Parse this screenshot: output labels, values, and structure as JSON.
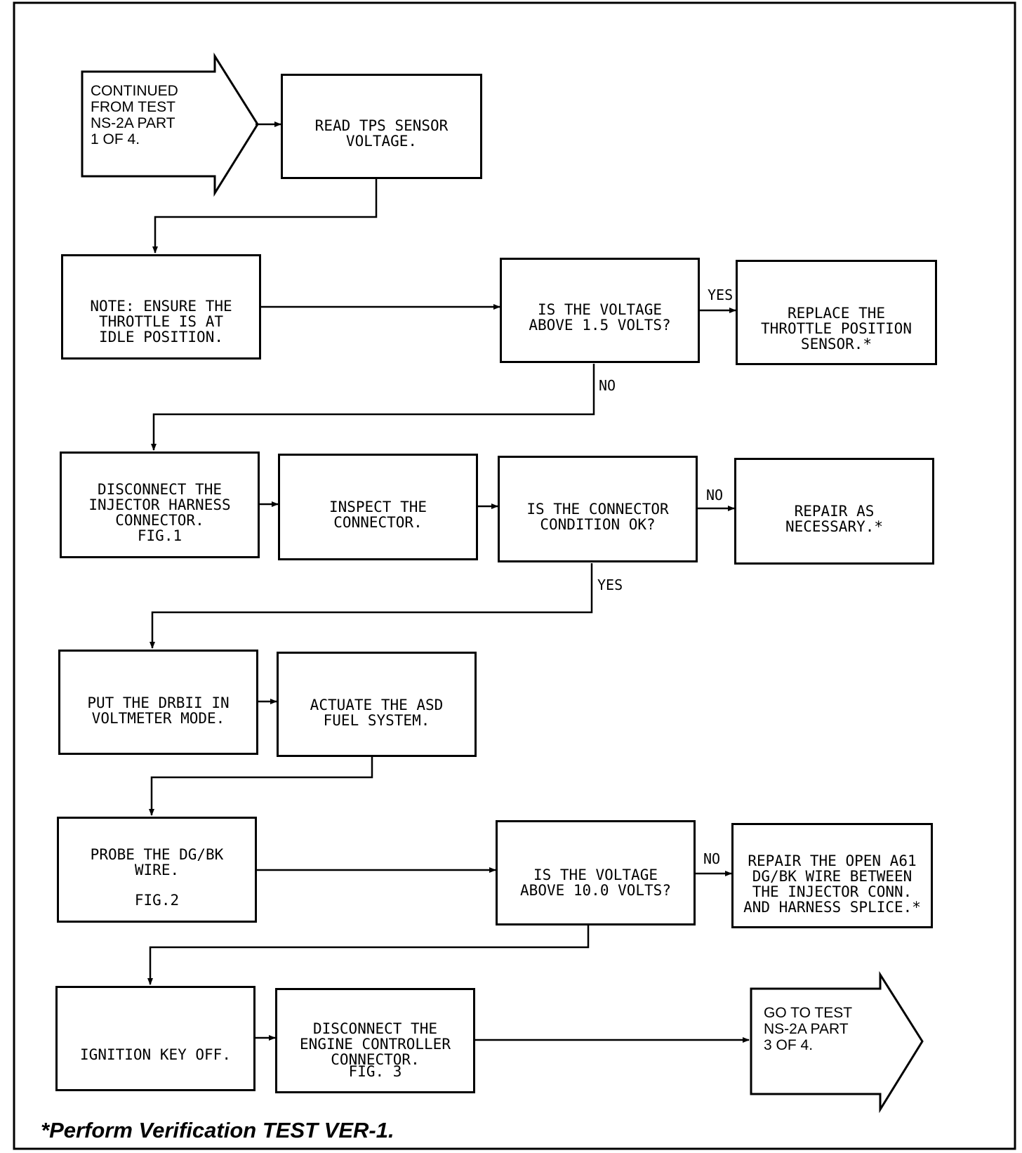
{
  "start_arrow": {
    "text": "CONTINUED\nFROM TEST\nNS-2A PART\n1 OF 4."
  },
  "end_arrow": {
    "text": "GO TO TEST\nNS-2A PART\n3 OF 4."
  },
  "steps": {
    "read_tps": "READ TPS SENSOR\nVOLTAGE.",
    "note_throttle": "NOTE: ENSURE THE\nTHROTTLE IS AT\nIDLE POSITION.",
    "q_voltage_1_5": "IS THE VOLTAGE\nABOVE 1.5 VOLTS?",
    "replace_tps": "REPLACE THE\nTHROTTLE POSITION\nSENSOR.*",
    "disconnect_injector": "DISCONNECT THE\nINJECTOR HARNESS\nCONNECTOR.",
    "disconnect_injector_fig": "FIG.1",
    "inspect_connector": "INSPECT THE\nCONNECTOR.",
    "q_connector_ok": "IS THE CONNECTOR\nCONDITION OK?",
    "repair_necessary": "REPAIR AS\nNECESSARY.*",
    "drbii_voltmeter": "PUT THE DRBII IN\nVOLTMETER MODE.",
    "actuate_asd": "ACTUATE THE ASD\nFUEL SYSTEM.",
    "probe_wire": "PROBE THE DG/BK\nWIRE.",
    "probe_wire_fig": "FIG.2",
    "q_voltage_10": "IS THE VOLTAGE\nABOVE 10.0 VOLTS?",
    "repair_open_wire": "REPAIR THE OPEN A61\nDG/BK WIRE BETWEEN\nTHE INJECTOR CONN.\nAND HARNESS SPLICE.*",
    "ignition_off": "IGNITION KEY OFF.",
    "disconnect_engine_ctrl": "DISCONNECT THE\nENGINE CONTROLLER\nCONNECTOR.",
    "disconnect_engine_ctrl_fig": "FIG. 3"
  },
  "labels": {
    "yes_1": "YES",
    "no_1": "NO",
    "no_2": "NO",
    "yes_2": "YES",
    "no_3": "NO"
  },
  "footnote": "*Perform Verification TEST VER-1."
}
